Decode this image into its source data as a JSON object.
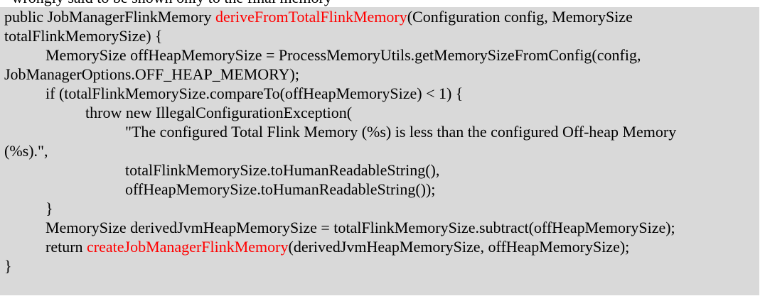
{
  "colors": {
    "background": "#d9d9d9",
    "text": "#000000",
    "highlight": "#ff0000"
  },
  "top_strip": {
    "text": "   wrongly said to be shown only to the final memory"
  },
  "code_lines": [
    {
      "indent": 0,
      "segments": [
        {
          "text": "public JobManagerFlinkMemory ",
          "color": "normal"
        },
        {
          "text": "deriveFromTotalFlinkMemory",
          "color": "red"
        },
        {
          "text": "(Configuration config, MemorySize",
          "color": "normal"
        }
      ]
    },
    {
      "indent": 0,
      "segments": [
        {
          "text": "totalFlinkMemorySize) {",
          "color": "normal"
        }
      ]
    },
    {
      "indent": 1,
      "segments": [
        {
          "text": "MemorySize offHeapMemorySize = ProcessMemoryUtils.getMemorySizeFromConfig(config,",
          "color": "normal"
        }
      ]
    },
    {
      "indent": 0,
      "segments": [
        {
          "text": "JobManagerOptions.OFF_HEAP_MEMORY);",
          "color": "normal"
        }
      ]
    },
    {
      "indent": 1,
      "segments": [
        {
          "text": "if (totalFlinkMemorySize.compareTo(offHeapMemorySize) < 1) {",
          "color": "normal"
        }
      ]
    },
    {
      "indent": 2,
      "segments": [
        {
          "text": "throw new IllegalConfigurationException(",
          "color": "normal"
        }
      ]
    },
    {
      "indent": 3,
      "segments": [
        {
          "text": "\"The configured Total Flink Memory (%s) is less than the configured Off-heap Memory",
          "color": "normal"
        }
      ]
    },
    {
      "indent": 0,
      "segments": [
        {
          "text": "(%s).\",",
          "color": "normal"
        }
      ]
    },
    {
      "indent": 3,
      "segments": [
        {
          "text": "totalFlinkMemorySize.toHumanReadableString(),",
          "color": "normal"
        }
      ]
    },
    {
      "indent": 3,
      "segments": [
        {
          "text": "offHeapMemorySize.toHumanReadableString());",
          "color": "normal"
        }
      ]
    },
    {
      "indent": 1,
      "segments": [
        {
          "text": "}",
          "color": "normal"
        }
      ]
    },
    {
      "indent": 1,
      "segments": [
        {
          "text": "MemorySize derivedJvmHeapMemorySize = totalFlinkMemorySize.subtract(offHeapMemorySize);",
          "color": "normal"
        }
      ]
    },
    {
      "indent": 1,
      "segments": [
        {
          "text": "return ",
          "color": "normal"
        },
        {
          "text": "createJobManagerFlinkMemory",
          "color": "red"
        },
        {
          "text": "(derivedJvmHeapMemorySize, offHeapMemorySize);",
          "color": "normal"
        }
      ]
    },
    {
      "indent": 0,
      "segments": [
        {
          "text": "}",
          "color": "normal"
        }
      ]
    },
    {
      "indent": 0,
      "segments": [
        {
          "text": "",
          "color": "normal"
        }
      ]
    }
  ]
}
